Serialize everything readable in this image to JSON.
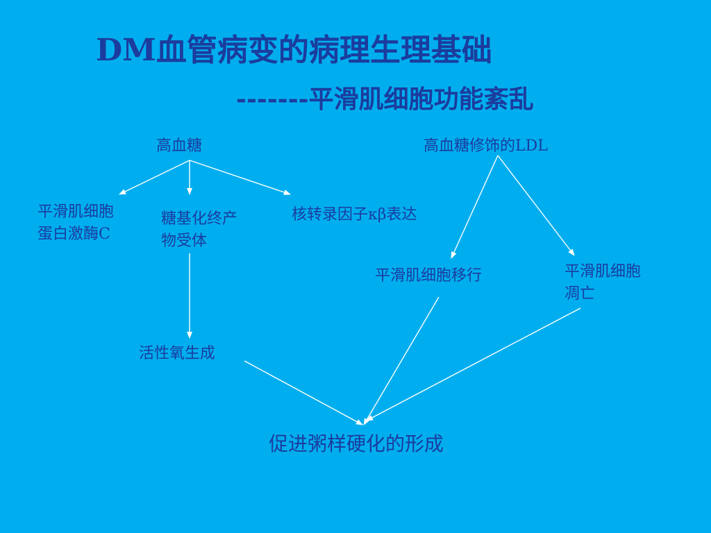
{
  "title": "DM血管病变的病理生理基础",
  "subtitle": "-------平滑肌细胞功能紊乱",
  "nodes": {
    "hyperglycemia": "高血糖",
    "ldl": "高血糖修饰的LDL",
    "pkc_line1": "平滑肌细胞",
    "pkc_line2": "蛋白激酶C",
    "rage_line1": "糖基化终产",
    "rage_line2": "物受体",
    "nfkb": "核转录因子κβ表达",
    "migration": "平滑肌细胞移行",
    "apoptosis_line1": "平滑肌细胞",
    "apoptosis_line2": "凋亡",
    "ros": "活性氧生成",
    "atherosclerosis": "促进粥样硬化的形成"
  },
  "colors": {
    "background": "#00AEEF",
    "text": "#1B3C9E",
    "arrow": "#FFFFFF"
  }
}
